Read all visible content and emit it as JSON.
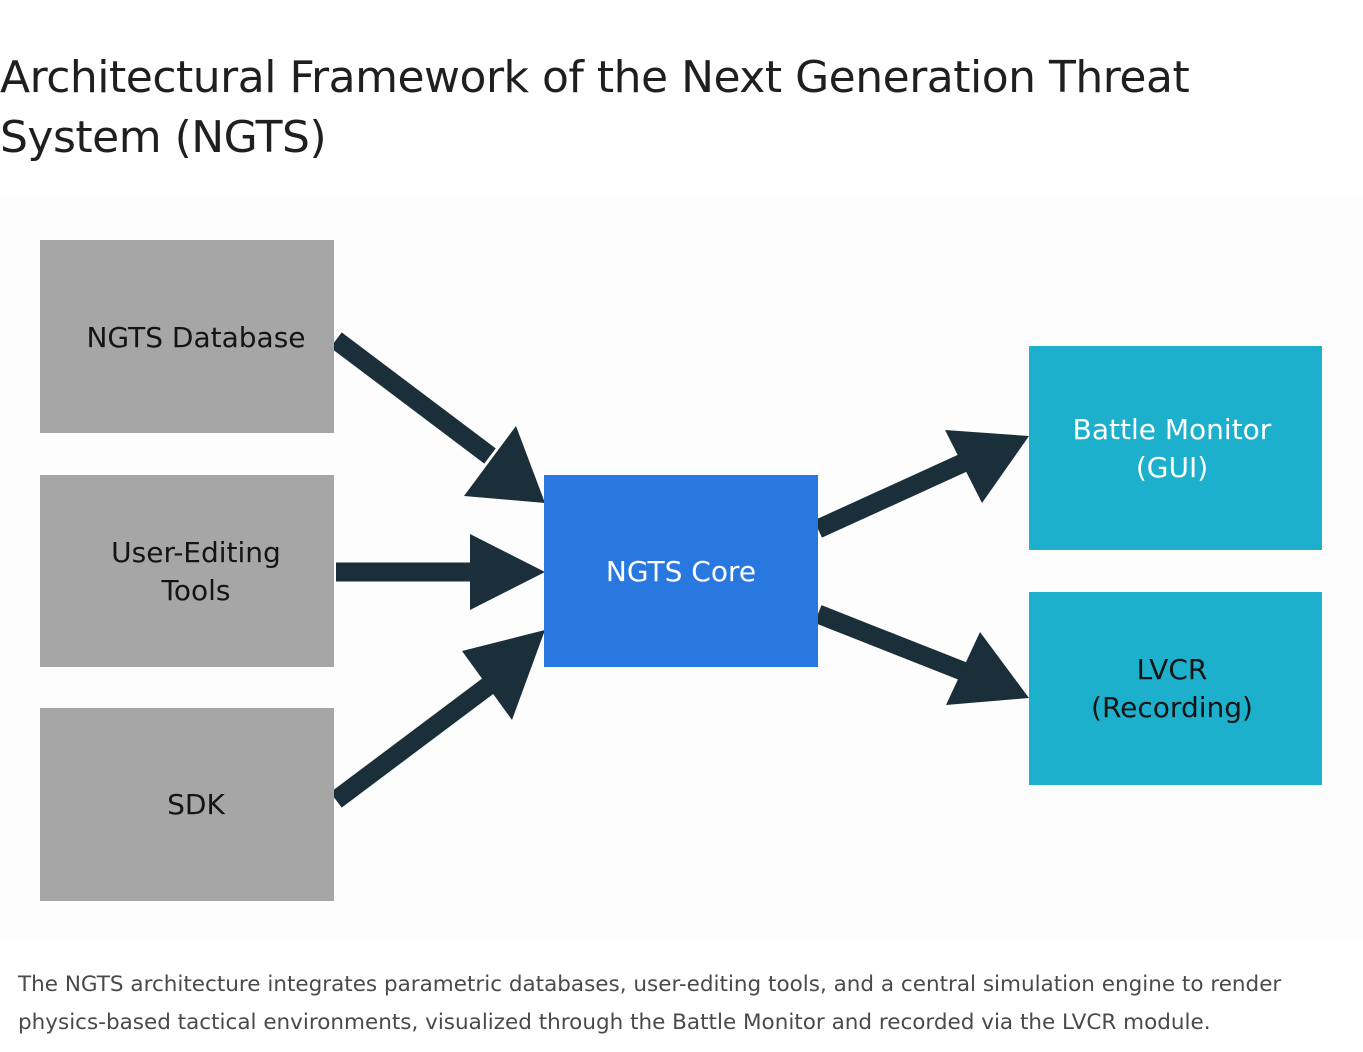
{
  "title": "Architectural Framework of the Next Generation Threat System (NGTS)",
  "diagram": {
    "nodes": {
      "database": {
        "lines": [
          "NGTS Database"
        ],
        "fill": "#a6a6a6",
        "text_color": "#141414"
      },
      "editing_tools": {
        "lines": [
          "User-Editing",
          "Tools"
        ],
        "fill": "#a6a6a6",
        "text_color": "#141414"
      },
      "sdk": {
        "lines": [
          "SDK"
        ],
        "fill": "#a6a6a6",
        "text_color": "#141414"
      },
      "core": {
        "lines": [
          "NGTS Core"
        ],
        "fill": "#2878e0",
        "text_color": "#ffffff"
      },
      "battle_monitor": {
        "lines": [
          "Battle Monitor",
          "(GUI)"
        ],
        "fill": "#1cb0cc",
        "text_color": "#ffffff"
      },
      "lvcr": {
        "lines": [
          "LVCR",
          "(Recording)"
        ],
        "fill": "#1cb0cc",
        "text_color": "#141414"
      }
    },
    "edges": [
      {
        "from": "database",
        "to": "core"
      },
      {
        "from": "editing_tools",
        "to": "core"
      },
      {
        "from": "sdk",
        "to": "core"
      },
      {
        "from": "core",
        "to": "battle_monitor"
      },
      {
        "from": "core",
        "to": "lvcr"
      }
    ],
    "arrow_color": "#1a2f3a"
  },
  "caption": "The NGTS architecture integrates parametric databases, user-editing tools, and a central simulation engine to render physics-based tactical environments, visualized through the Battle Monitor and recorded via the LVCR module."
}
